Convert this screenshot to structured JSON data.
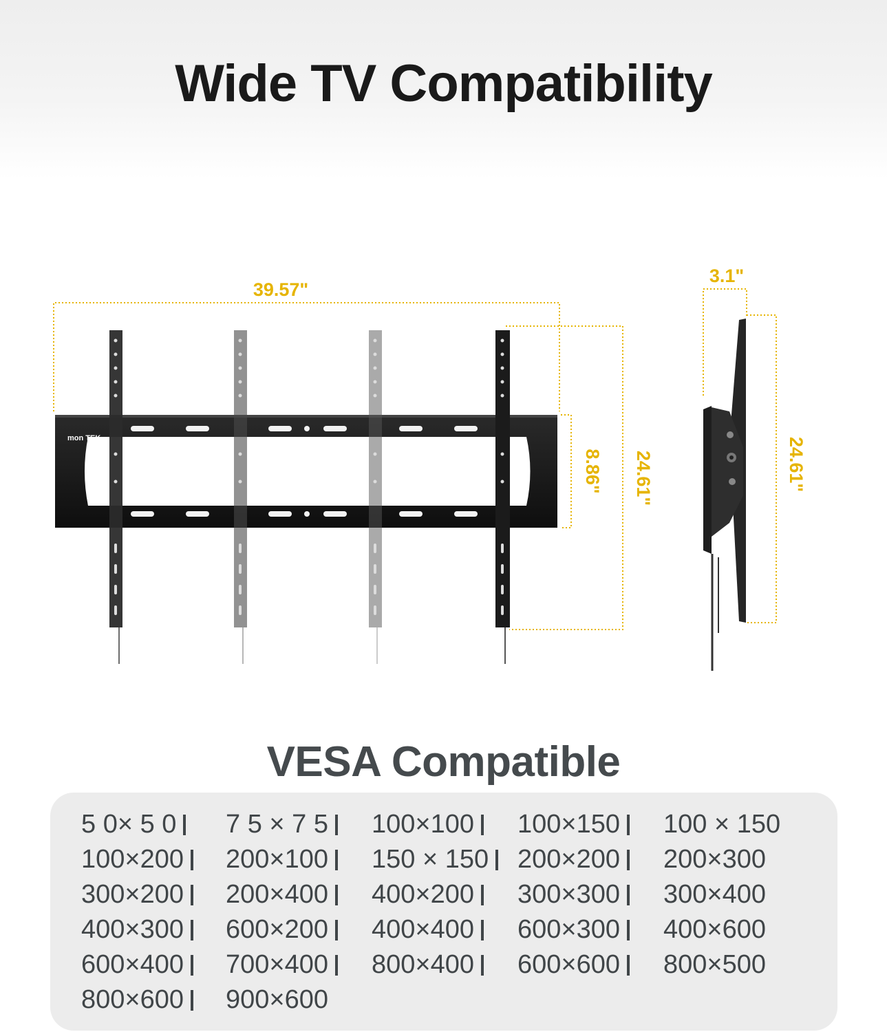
{
  "title": "Wide TV Compatibility",
  "dimensions": {
    "width": "39.57\"",
    "depth": "3.1\"",
    "mount_height": "8.86\"",
    "bracket_height": "24.61\"",
    "side_height": "24.61\""
  },
  "brand_mark": "mon TEK",
  "colors": {
    "accent": "#e6b400",
    "metal": "#1b1b1b",
    "panel": "#ececec"
  },
  "vesa": {
    "title": "VESA Compatible",
    "sizes": [
      "5 0× 5 0",
      "7 5 × 7 5",
      "100×100",
      "100×150",
      "100 × 150",
      "100×200",
      "200×100",
      "150 × 150",
      "200×200",
      "200×300",
      "300×200",
      "200×400",
      "400×200",
      "300×300",
      "300×400",
      "400×300",
      "600×200",
      "400×400",
      "600×300",
      "400×600",
      "600×400",
      "700×400",
      "800×400",
      "600×600",
      "800×500",
      "800×600",
      "900×600"
    ]
  }
}
